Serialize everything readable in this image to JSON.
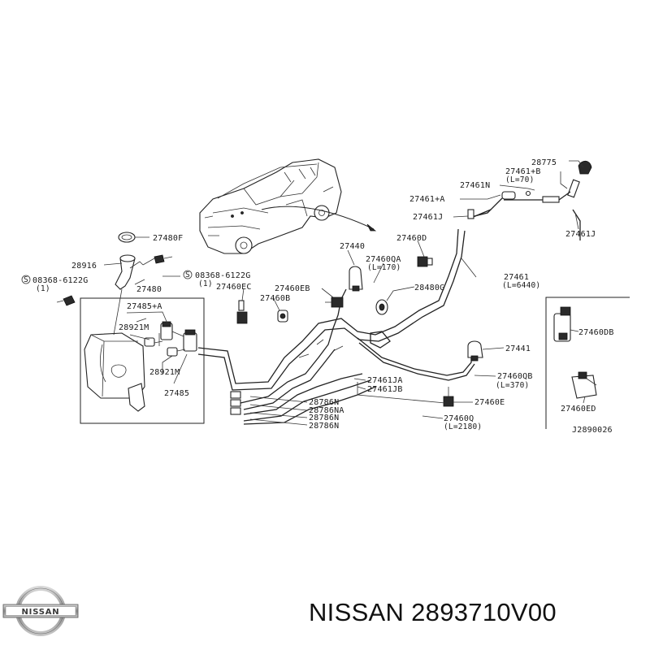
{
  "labels": {
    "p28775": "28775",
    "p27461b": "27461+B",
    "l70": "(L=70)",
    "p27461n": "27461N",
    "p27461a": "27461+A",
    "p27461j_left": "27461J",
    "p27461j_right": "27461J",
    "p27480f": "27480F",
    "p28916": "28916",
    "s08368_left": "08368-6122G",
    "s08368_left_qty": "(1)",
    "s08368_right": "08368-6122G",
    "s08368_right_qty": "(1)",
    "p27480": "27480",
    "p27440": "27440",
    "p27460d": "27460D",
    "p27460qa": "27460QA",
    "l170": "(L=170)",
    "p27461": "27461",
    "l6440": "(L=6440)",
    "p27460ec": "27460EC",
    "p27460eb": "27460EB",
    "p27460b": "27460B",
    "p28480g": "28480G",
    "p27485a": "27485+A",
    "p28921m_top": "28921M",
    "p28921m_bottom": "28921M",
    "p27485": "27485",
    "p27441": "27441",
    "p27460qb": "27460QB",
    "l370": "(L=370)",
    "p27461ja": "27461JA",
    "p27461jb": "27461JB",
    "p27460e": "27460E",
    "p28786n_1": "28786N",
    "p28786na": "28786NA",
    "p28786n_2": "28786N",
    "p28786n_3": "28786N",
    "p27460q": "27460Q",
    "l2180": "(L=2180)",
    "p27460db": "27460DB",
    "p27460ed": "27460ED",
    "ref": "J2890026"
  },
  "footer": {
    "brand_logo_text": "NISSAN",
    "title": "NISSAN 2893710V00"
  }
}
